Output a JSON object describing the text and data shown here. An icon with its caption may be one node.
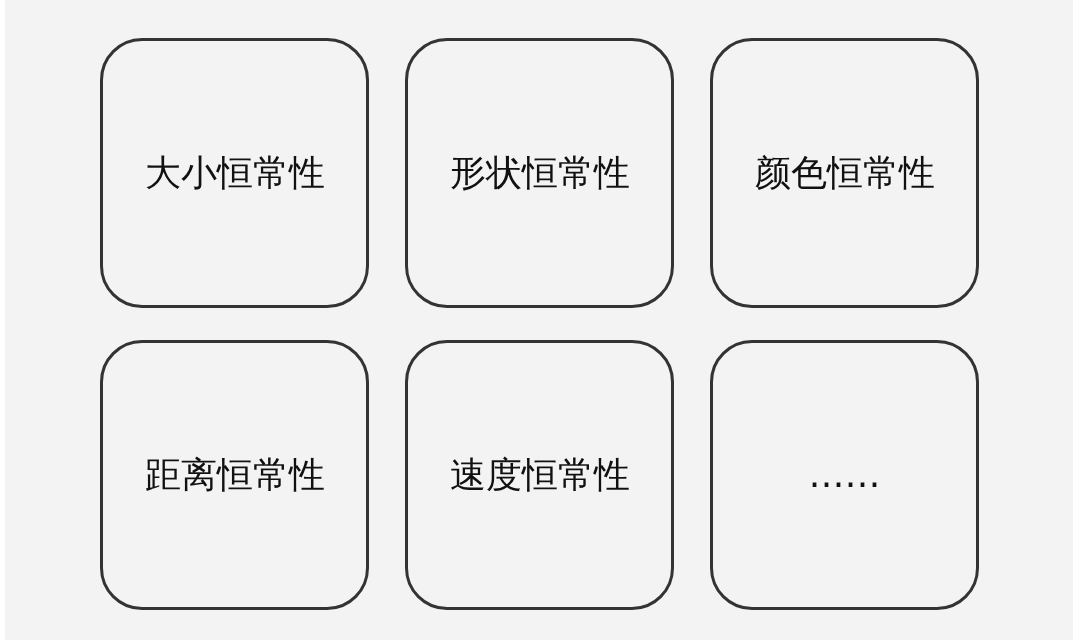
{
  "diagram": {
    "nodes": [
      {
        "text": [
          "大小恒常性"
        ]
      },
      {
        "text": [
          "形状恒常性"
        ]
      },
      {
        "text": [
          "颜色恒常性"
        ]
      },
      {
        "text": [
          "距离恒常性"
        ]
      },
      {
        "text": [
          "速度恒常性"
        ]
      },
      {
        "text": [
          "……"
        ]
      }
    ]
  }
}
